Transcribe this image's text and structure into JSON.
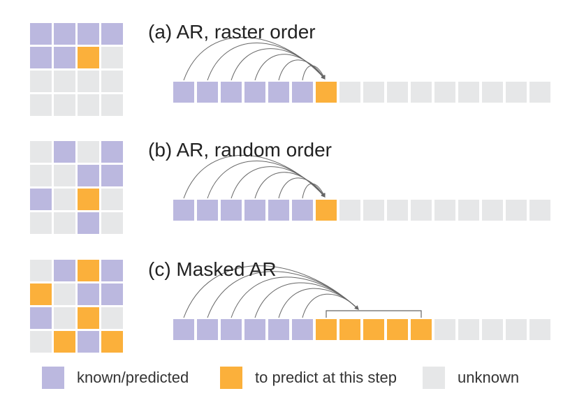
{
  "colors": {
    "known": "#bbb8df",
    "predict": "#fbb03b",
    "unknown": "#e6e7e8",
    "arrow": "#666666"
  },
  "legend": {
    "known_label": "known/predicted",
    "predict_label": "to predict at this step",
    "unknown_label": "unknown"
  },
  "panels": [
    {
      "id": "a",
      "title": "(a) AR, raster order",
      "grid": [
        [
          "known",
          "known",
          "known",
          "known"
        ],
        [
          "known",
          "known",
          "predict",
          "unknown"
        ],
        [
          "unknown",
          "unknown",
          "unknown",
          "unknown"
        ],
        [
          "unknown",
          "unknown",
          "unknown",
          "unknown"
        ]
      ],
      "sequence": [
        "known",
        "known",
        "known",
        "known",
        "known",
        "known",
        "predict",
        "unknown",
        "unknown",
        "unknown",
        "unknown",
        "unknown",
        "unknown",
        "unknown",
        "unknown",
        "unknown"
      ],
      "arrow_sources": [
        0,
        1,
        2,
        3,
        4,
        5
      ],
      "arrow_targets": [
        6
      ]
    },
    {
      "id": "b",
      "title": "(b) AR, random order",
      "grid": [
        [
          "unknown",
          "known",
          "unknown",
          "known"
        ],
        [
          "unknown",
          "unknown",
          "known",
          "known"
        ],
        [
          "known",
          "unknown",
          "predict",
          "unknown"
        ],
        [
          "unknown",
          "unknown",
          "known",
          "unknown"
        ]
      ],
      "sequence": [
        "known",
        "known",
        "known",
        "known",
        "known",
        "known",
        "predict",
        "unknown",
        "unknown",
        "unknown",
        "unknown",
        "unknown",
        "unknown",
        "unknown",
        "unknown",
        "unknown"
      ],
      "arrow_sources": [
        0,
        1,
        2,
        3,
        4,
        5
      ],
      "arrow_targets": [
        6
      ]
    },
    {
      "id": "c",
      "title": "(c) Masked AR",
      "grid": [
        [
          "unknown",
          "known",
          "predict",
          "known"
        ],
        [
          "predict",
          "unknown",
          "known",
          "known"
        ],
        [
          "known",
          "unknown",
          "predict",
          "unknown"
        ],
        [
          "unknown",
          "predict",
          "known",
          "predict"
        ]
      ],
      "sequence": [
        "known",
        "known",
        "known",
        "known",
        "known",
        "known",
        "predict",
        "predict",
        "predict",
        "predict",
        "predict",
        "unknown",
        "unknown",
        "unknown",
        "unknown",
        "unknown"
      ],
      "arrow_sources": [
        0,
        1,
        2,
        3,
        4,
        5
      ],
      "arrow_targets": [
        6,
        7,
        8,
        9,
        10
      ]
    }
  ]
}
